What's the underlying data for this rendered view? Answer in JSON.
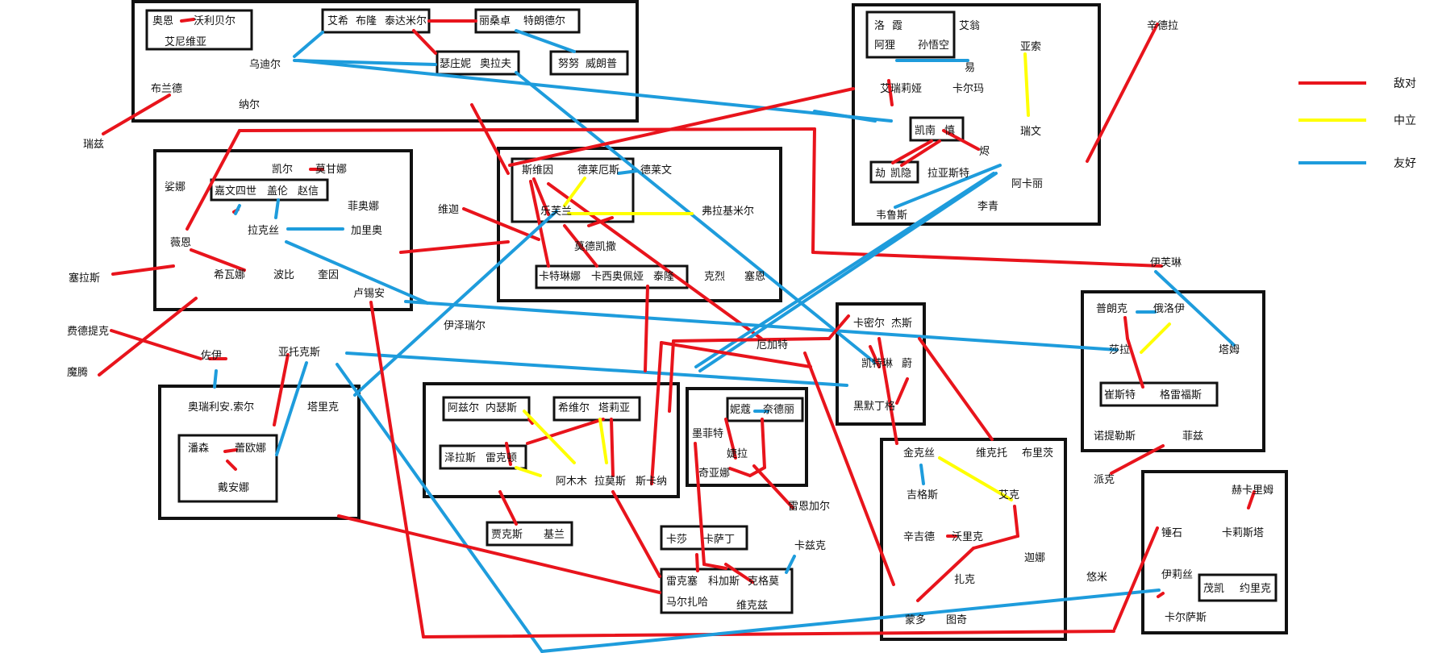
{
  "colors": {
    "hostile": "#e8141c",
    "neutral": "#ffff00",
    "friendly": "#1e9cdc",
    "box": "#111111"
  },
  "legend": {
    "hostile": "敌对",
    "neutral": "中立",
    "friendly": "友好"
  },
  "names": {
    "n1": "奥恩",
    "n2": "沃利贝尔",
    "n3": "艾尼维亚",
    "n4": "艾希",
    "n5": "布隆",
    "n6": "泰达米尔",
    "n7": "丽桑卓",
    "n8": "特朗德尔",
    "n9": "乌迪尔",
    "n10": "瑟庄妮",
    "n11": "奥拉夫",
    "n12": "努努",
    "n13": "威朗普",
    "n14": "布兰德",
    "n15": "纳尔",
    "n16": "瑞兹",
    "n17": "洛",
    "n18": "霞",
    "n19": "艾翁",
    "n20": "阿狸",
    "n21": "孙悟空",
    "n22": "易",
    "n23": "亚索",
    "n24": "艾瑞莉娅",
    "n25": "卡尔玛",
    "n26": "瑞文",
    "n27": "凯南",
    "n28": "慎",
    "n29": "烬",
    "n30": "劫",
    "n31": "凯隐",
    "n32": "拉亚斯特",
    "n33": "阿卡丽",
    "n34": "李青",
    "n35": "韦鲁斯",
    "n36": "辛德拉",
    "n37": "凯尔",
    "n38": "莫甘娜",
    "n39": "娑娜",
    "n40": "嘉文四世",
    "n41": "盖伦",
    "n42": "赵信",
    "n43": "菲奥娜",
    "n44": "拉克丝",
    "n45": "加里奥",
    "n46": "薇恩",
    "n47": "希瓦娜",
    "n48": "波比",
    "n49": "奎因",
    "n50": "卢锡安",
    "n51": "塞拉斯",
    "n52": "维迦",
    "n53": "斯维因",
    "n54": "德莱厄斯",
    "n55": "德莱文",
    "n56": "乐芙兰",
    "n57": "弗拉基米尔",
    "n58": "莫德凯撒",
    "n59": "卡特琳娜",
    "n60": "卡西奥佩娅",
    "n61": "泰隆",
    "n62": "克烈",
    "n63": "塞恩",
    "n64": "伊泽瑞尔",
    "n65": "厄加特",
    "n66": "伊芙琳",
    "n67": "费德提克",
    "n68": "魔腾",
    "n69": "佐伊",
    "n70": "亚托克斯",
    "n71": "奥瑞利安.索尔",
    "n72": "塔里克",
    "n73": "潘森",
    "n74": "蕾欧娜",
    "n75": "戴安娜",
    "n76": "阿兹尔",
    "n77": "内瑟斯",
    "n78": "希维尔",
    "n79": "塔莉亚",
    "n80": "泽拉斯",
    "n81": "雷克顿",
    "n82": "阿木木",
    "n83": "拉莫斯",
    "n84": "斯卡纳",
    "n85": "贾克斯",
    "n86": "基兰",
    "n87": "妮蔻",
    "n88": "奈德丽",
    "n89": "墨菲特",
    "n90": "婕拉",
    "n91": "奇亚娜",
    "n92": "雷恩加尔",
    "n93": "卡兹克",
    "n94": "卡莎",
    "n95": "卡萨丁",
    "n96": "雷克塞",
    "n97": "科加斯",
    "n98": "克格莫",
    "n99": "马尔扎哈",
    "n100": "维克兹",
    "n101": "卡密尔",
    "n102": "杰斯",
    "n103": "凯特琳",
    "n104": "蔚",
    "n105": "黑默丁格",
    "n106": "普朗克",
    "n107": "俄洛伊",
    "n108": "莎拉",
    "n109": "塔姆",
    "n110": "崔斯特",
    "n111": "格雷福斯",
    "n112": "诺提勒斯",
    "n113": "菲兹",
    "n114": "派克",
    "n115": "金克丝",
    "n116": "维克托",
    "n117": "布里茨",
    "n118": "吉格斯",
    "n119": "艾克",
    "n120": "辛吉德",
    "n121": "沃里克",
    "n122": "迦娜",
    "n123": "扎克",
    "n124": "蒙多",
    "n125": "图奇",
    "n126": "悠米",
    "n127": "锤石",
    "n128": "赫卡里姆",
    "n129": "卡莉斯塔",
    "n130": "伊莉丝",
    "n131": "茂凯",
    "n132": "约里克",
    "n133": "卡尔萨斯"
  }
}
